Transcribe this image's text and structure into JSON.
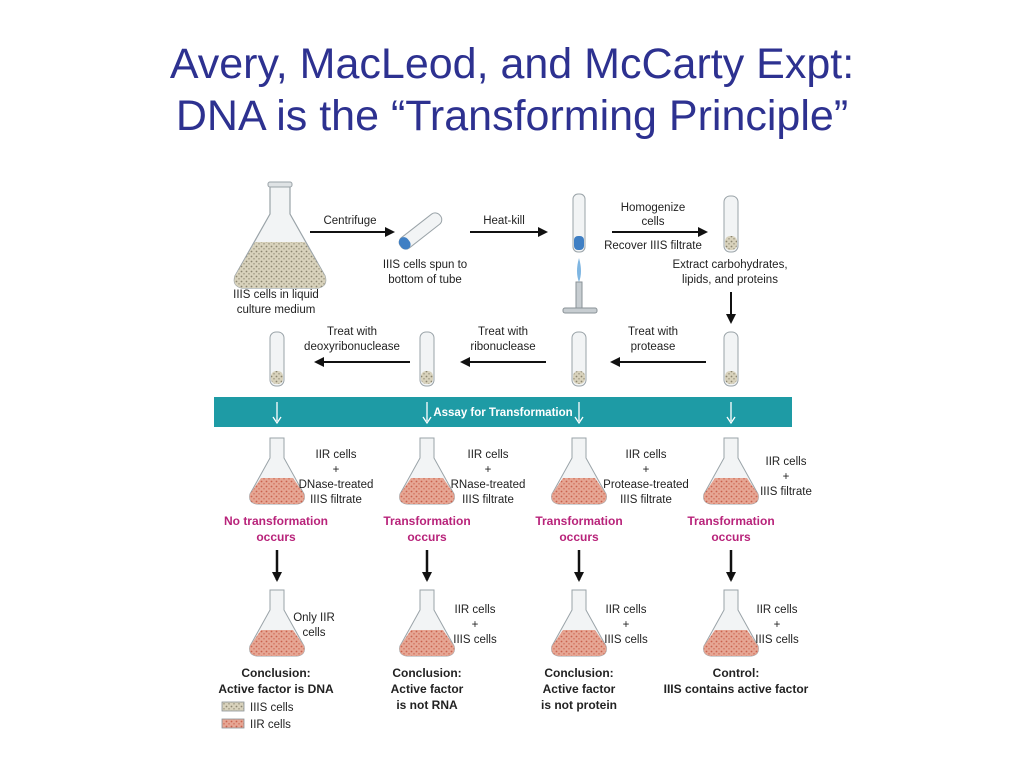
{
  "title": {
    "line1": "Avery, MacLeod, and McCarty Expt:",
    "line2": "DNA is the “Transforming Principle”"
  },
  "diagram": {
    "top_row": {
      "flask_label": [
        "IIIS cells in liquid",
        "culture medium"
      ],
      "centrifuge": "Centrifuge",
      "spun_label": [
        "IIIS cells spun to",
        "bottom of tube"
      ],
      "heat_kill": "Heat-kill",
      "homogenize": [
        "Homogenize",
        "cells"
      ],
      "recover": "Recover IIIS filtrate",
      "extract": [
        "Extract carbohydrates,",
        "lipids, and proteins"
      ]
    },
    "treat_row": {
      "dnase": [
        "Treat with",
        "deoxyribonuclease"
      ],
      "rnase": [
        "Treat with",
        "ribonuclease"
      ],
      "protease": [
        "Treat with",
        "protease"
      ]
    },
    "assay_band": "Assay for Transformation",
    "columns": [
      {
        "mix": [
          "IIR cells",
          "+",
          "DNase-treated",
          "IIIS filtrate"
        ],
        "result": [
          "No transformation",
          "occurs"
        ],
        "outcome": [
          "Only IIR",
          "cells"
        ],
        "conclusion": [
          "Conclusion:",
          "Active factor is DNA"
        ]
      },
      {
        "mix": [
          "IIR cells",
          "+",
          "RNase-treated",
          "IIIS filtrate"
        ],
        "result": [
          "Transformation",
          "occurs"
        ],
        "outcome": [
          "IIR cells",
          "+",
          "IIIS cells"
        ],
        "conclusion": [
          "Conclusion:",
          "Active factor",
          "is not RNA"
        ]
      },
      {
        "mix": [
          "IIR cells",
          "+",
          "Protease-treated",
          "IIIS filtrate"
        ],
        "result": [
          "Transformation",
          "occurs"
        ],
        "outcome": [
          "IIR cells",
          "+",
          "IIIS cells"
        ],
        "conclusion": [
          "Conclusion:",
          "Active factor",
          "is not protein"
        ]
      },
      {
        "mix": [
          "IIR cells",
          "+",
          "IIIS filtrate"
        ],
        "result": [
          "Transformation",
          "occurs"
        ],
        "outcome": [
          "IIR cells",
          "+",
          "IIIS cells"
        ],
        "conclusion": [
          "Control:",
          "IIIS contains active factor"
        ]
      }
    ],
    "legend": {
      "s_cells": "IIIS cells",
      "r_cells": "IIR cells"
    }
  },
  "colors": {
    "title": "#2d3190",
    "band": "#1e9ba5",
    "result_text": "#b8237a",
    "r_cells": "#e09a88",
    "s_cells": "#c9c2a8"
  }
}
